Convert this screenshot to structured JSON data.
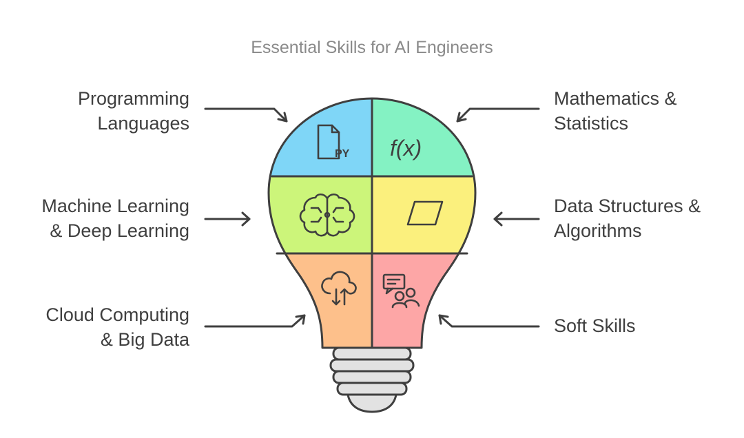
{
  "title": "Essential Skills for AI Engineers",
  "colors": {
    "programming": "#7fd6f7",
    "mathematics": "#84f2c3",
    "machine_learning": "#ccf57a",
    "data_structures": "#fbf07d",
    "cloud": "#fdc08b",
    "soft_skills": "#fda6a6",
    "base": "#e2e2e2",
    "outline": "#3f3f3f"
  },
  "skills": {
    "programming": {
      "line1": "Programming",
      "line2": "Languages",
      "icon": "python-file-icon",
      "icon_text": "PY"
    },
    "mathematics": {
      "line1": "Mathematics &",
      "line2": "Statistics",
      "icon": "function-icon",
      "icon_text": "f(x)"
    },
    "machine_learning": {
      "line1": "Machine Learning",
      "line2": "& Deep Learning",
      "icon": "brain-circuit-icon"
    },
    "data_structures": {
      "line1": "Data Structures &",
      "line2": "Algorithms",
      "icon": "parallelogram-icon"
    },
    "cloud": {
      "line1": "Cloud Computing",
      "line2": "& Big Data",
      "icon": "cloud-transfer-icon"
    },
    "soft_skills": {
      "line1": "Soft Skills",
      "icon": "people-chat-icon"
    }
  }
}
